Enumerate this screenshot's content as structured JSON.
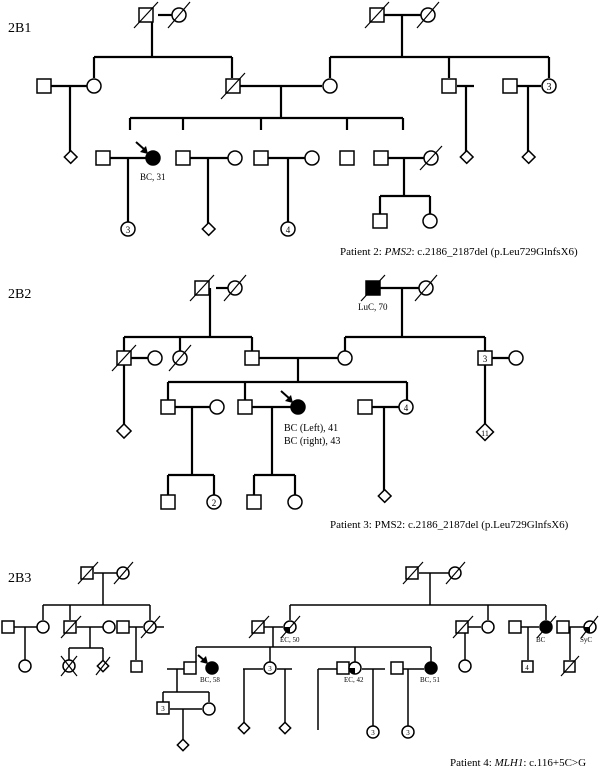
{
  "panels": [
    {
      "id": "2B1",
      "caption_prefix": "Patient 2: ",
      "gene": "PMS2",
      "variant": ": c.2186_2187del (p.Leu729GlnfsX6)",
      "gene_italic": true
    },
    {
      "id": "2B2",
      "caption_prefix": "Patient 3: ",
      "gene": "PMS2",
      "variant": ": c.2186_2187del (p.Leu729GlnfsX6)",
      "gene_italic": false
    },
    {
      "id": "2B3",
      "caption_prefix": "Patient 4: ",
      "gene": "MLH1",
      "variant": ": c.116+5C>G",
      "gene_italic": true
    }
  ],
  "annotations": {
    "p1_proband": "BC, 31",
    "p2_luc": "LuC, 70",
    "p2_proband_1": "BC (Left), 41",
    "p2_proband_2": "BC (right), 43",
    "p3_ec50": "EC, 50",
    "p3_bc58": "BC, 58",
    "p3_ec42": "EC, 42",
    "p3_bc51": "BC, 51",
    "p3_bc": "BC",
    "p3_syc": "SyC"
  },
  "counts": {
    "p1_aunt_sibs": "3",
    "p1_child_a": "3",
    "p1_child_b": "4",
    "p2_uncle_sibs": "3",
    "p2_sister_sibs": "4",
    "p2_niece": "2",
    "p2_diamond": "11",
    "p3_brother_sibs": "3",
    "p3_sister_a": "3",
    "p3_child_a": "3",
    "p3_child_b": "3",
    "p3_child_c": "4"
  }
}
